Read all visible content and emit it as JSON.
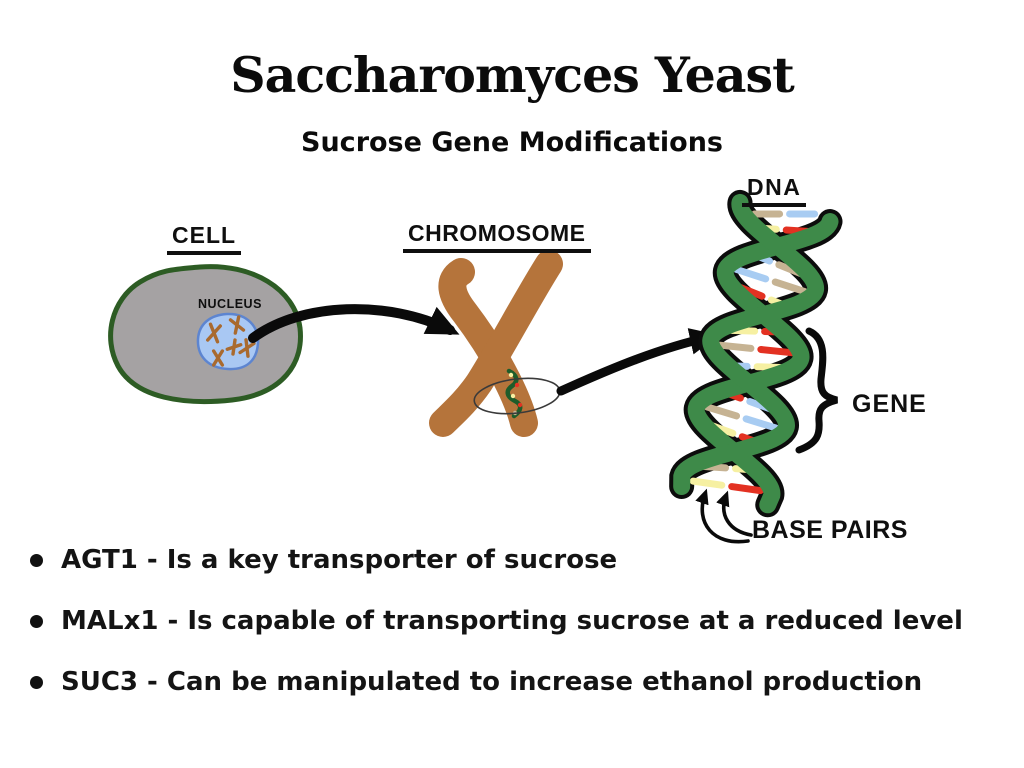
{
  "title": "Saccharomyces Yeast",
  "subtitle": "Sucrose Gene Modifications",
  "diagram": {
    "cell_label": "CELL",
    "nucleus_label": "NUCLEUS",
    "chromosome_label": "CHROMOSOME",
    "dna_label": "DNA",
    "gene_label": "GENE",
    "base_pairs_label": "BASE PAIRS"
  },
  "bullets": [
    "AGT1 - Is a key transporter of sucrose",
    "MALx1 - Is capable of transporting sucrose at a reduced level",
    "SUC3 - Can be manipulated to increase ethanol production"
  ],
  "colors": {
    "background": "#ffffff",
    "text": "#111111",
    "cell_fill": "#a5a2a3",
    "cell_outline": "#2d5c24",
    "nucleus_fill": "#a9c8f3",
    "nucleus_outline": "#5d85d0",
    "chromosome_brown": "#b5743b",
    "dna_strand_green": "#3e8a49",
    "base_pair_tan": "#c6b393",
    "base_pair_blue": "#a8ccf2",
    "base_pair_yellow": "#f6f0a2",
    "base_pair_red": "#e33122",
    "arrow_black": "#0a0a0a"
  }
}
